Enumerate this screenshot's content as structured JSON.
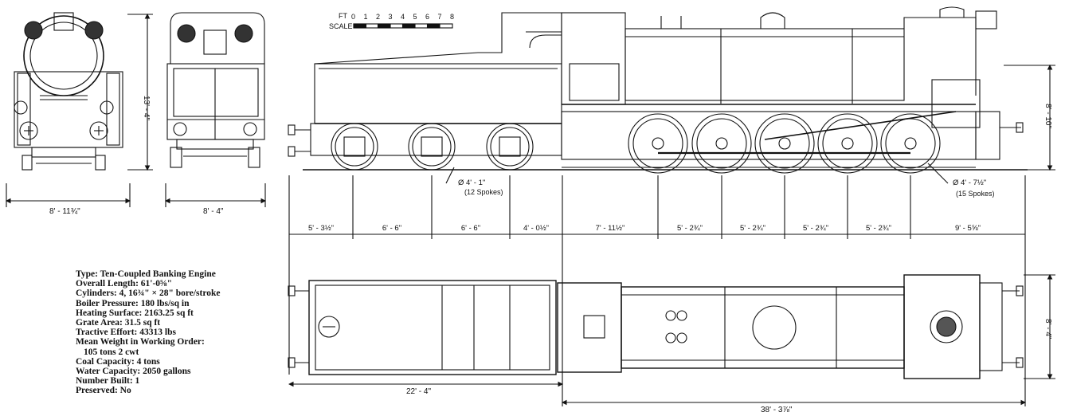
{
  "scale": {
    "label_ft": "FT",
    "label_scale": "SCALE",
    "ticks": [
      "0",
      "1",
      "2",
      "3",
      "4",
      "5",
      "6",
      "7",
      "8"
    ]
  },
  "front_view": {
    "width_dim": "8' - 11¾\"",
    "height_dim": "13' - 4\""
  },
  "rear_view": {
    "width_dim": "8' - 4\""
  },
  "side_view": {
    "height_dim": "8' - 10\"",
    "tender_wheel_note": "Ø  4' - 1\"",
    "tender_wheel_spokes": "(12 Spokes)",
    "driving_wheel_note": "Ø  4' - 7½\"",
    "driving_wheel_spokes": "(15 Spokes)",
    "wheelbase_dims": [
      "5' - 3½\"",
      "6' - 6\"",
      "6' - 6\"",
      "4' - 0½\"",
      "7' - 11½\"",
      "5' - 2¾\"",
      "5' - 2¾\"",
      "5' - 2¾\"",
      "5' - 2¾\"",
      "9' - 5⅝\""
    ]
  },
  "plan_view": {
    "width_dim": "8' - 4\"",
    "tender_length": "22' - 4\"",
    "engine_length": "38' - 3⅞\""
  },
  "specs": {
    "type": "Type: Ten-Coupled Banking Engine",
    "overall_length": "Overall Length: 61'-0⅝\"",
    "cylinders": "Cylinders: 4, 16¾\" × 28\" bore/stroke",
    "boiler_pressure": "Boiler Pressure: 180 lbs/sq in",
    "heating_surface": "Heating Surface: 2163.25 sq ft",
    "grate_area": "Grate Area: 31.5 sq ft",
    "tractive_effort": "Tractive Effort: 43313 lbs",
    "mean_weight_label": "Mean Weight in Working Order:",
    "mean_weight_value": "105 tons 2 cwt",
    "coal_capacity": "Coal Capacity: 4 tons",
    "water_capacity": "Water Capacity: 2050 gallons",
    "number_built": "Number Built: 1",
    "preserved": "Preserved: No"
  }
}
